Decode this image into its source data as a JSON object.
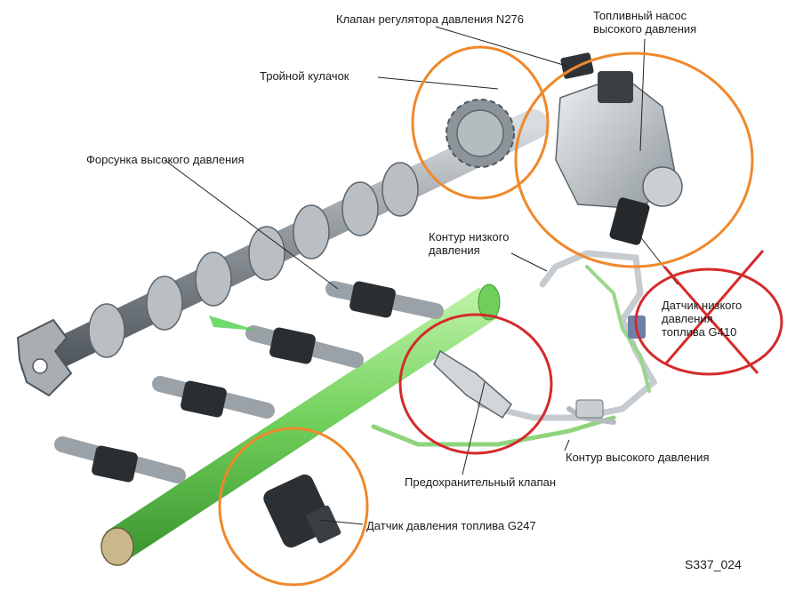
{
  "labels": {
    "regulator_valve": "Клапан регулятора давления N276",
    "hp_pump_line1": "Топливный насос",
    "hp_pump_line2": "высокого давления",
    "triple_cam": "Тройной кулачок",
    "hp_injector": "Форсунка высокого давления",
    "lp_circuit_line1": "Контур низкого",
    "lp_circuit_line2": "давления",
    "lp_sensor_line1": "Датчик низкого",
    "lp_sensor_line2": "давления",
    "lp_sensor_line3": "топлива G410",
    "hp_circuit": "Контур высокого давления",
    "relief_valve": "Предохранительный клапан",
    "pressure_sensor": "Датчик давления топлива G247"
  },
  "figure_id": "S337_024",
  "colors": {
    "highlight_orange": "#f0882a",
    "highlight_red": "#d42a2a",
    "rail_green": "#7fd86a",
    "metal": "#9aa2a8"
  }
}
